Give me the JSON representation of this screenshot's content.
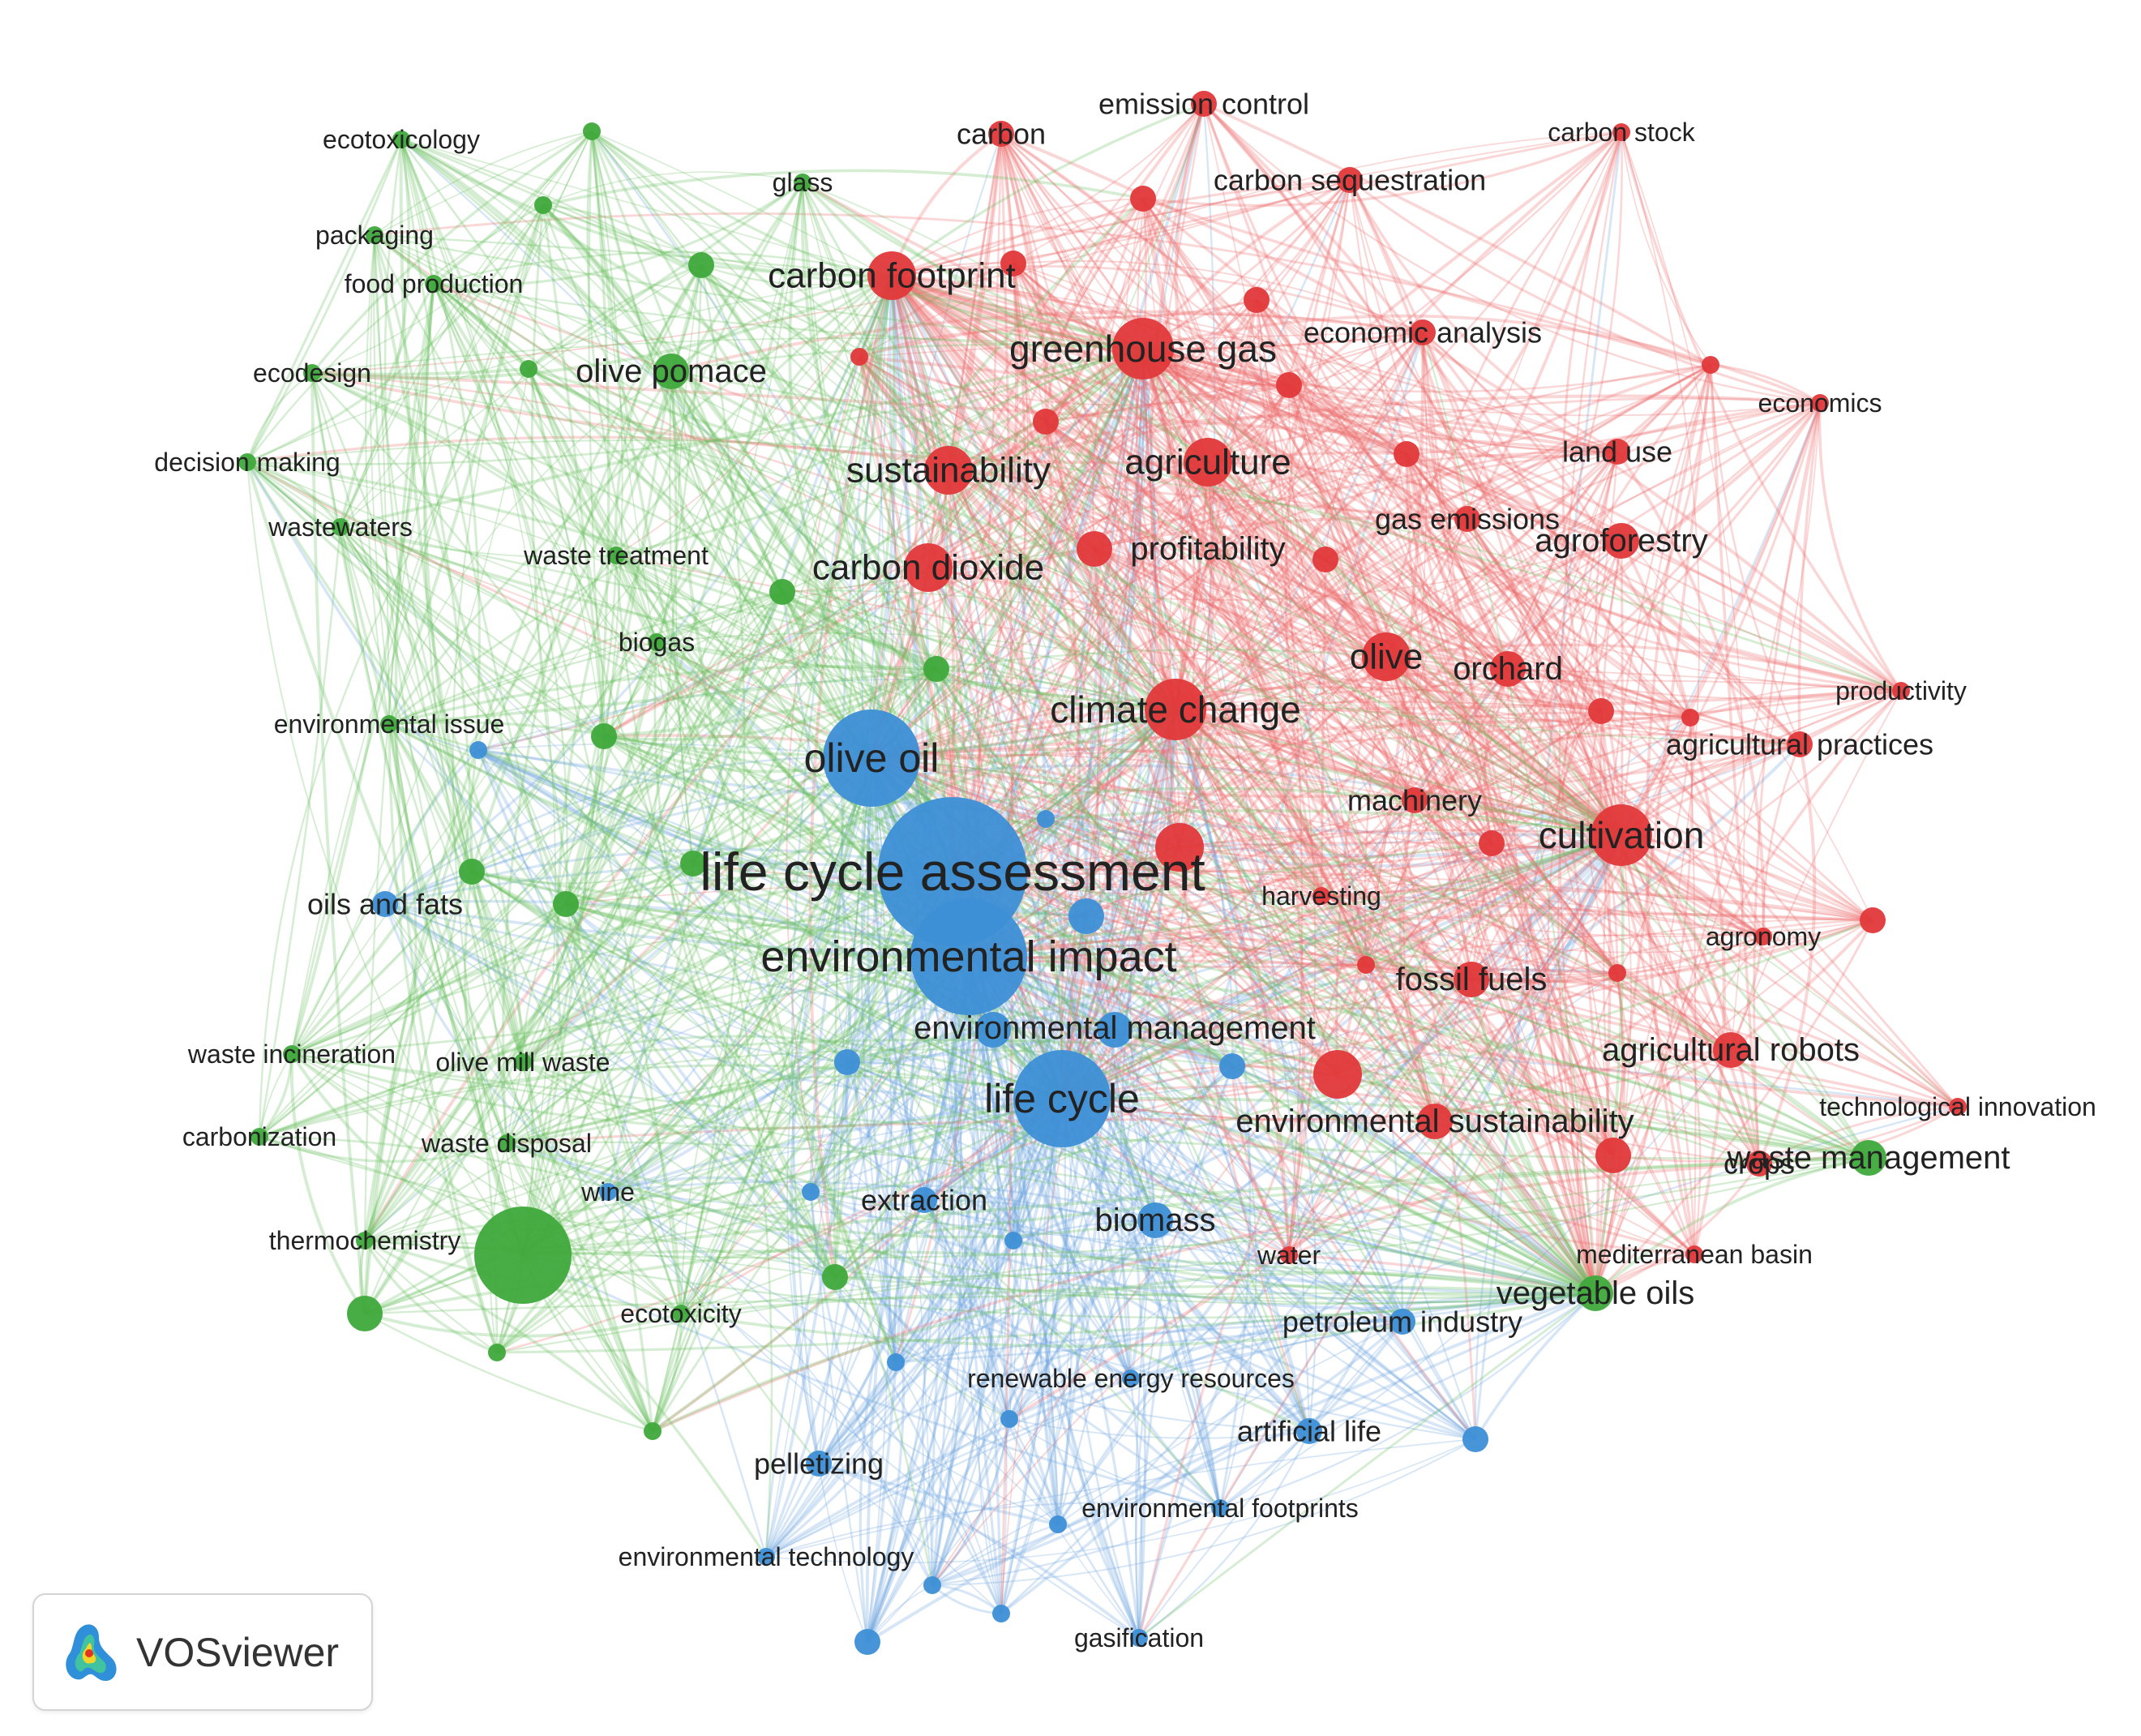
{
  "colors": {
    "red": "#e2383a",
    "green": "#3fa93b",
    "blue": "#3d8fd6",
    "red_edge": "#ec6b6b",
    "green_edge": "#69bd5c",
    "blue_edge": "#6ea7df"
  },
  "badge": {
    "label": "VOSviewer",
    "icon": "vosviewer-logo-icon"
  },
  "nodes": [
    {
      "label": "life cycle assessment",
      "c": "blue",
      "w": 10
    },
    {
      "label": "environmental impact",
      "c": "blue",
      "w": 7
    },
    {
      "label": "olive oil",
      "c": "blue",
      "w": 6
    },
    {
      "label": "life cycle",
      "c": "blue",
      "w": 6
    },
    {
      "label": "environmental management",
      "c": "blue",
      "w": 3
    },
    {
      "label": "extraction",
      "c": "blue",
      "w": 2
    },
    {
      "label": "biomass",
      "c": "blue",
      "w": 3
    },
    {
      "label": "oils and fats",
      "c": "blue",
      "w": 2
    },
    {
      "label": "wine",
      "c": "blue",
      "w": 1
    },
    {
      "label": "petroleum industry",
      "c": "blue",
      "w": 2
    },
    {
      "label": "renewable energy resources",
      "c": "blue",
      "w": 1
    },
    {
      "label": "artificial life",
      "c": "blue",
      "w": 2
    },
    {
      "label": "pelletizing",
      "c": "blue",
      "w": 2
    },
    {
      "label": "environmental footprints",
      "c": "blue",
      "w": 1
    },
    {
      "label": "environmental technology",
      "c": "blue",
      "w": 1
    },
    {
      "label": "gasification",
      "c": "blue",
      "w": 1
    },
    {
      "label": "",
      "c": "blue",
      "w": 3
    },
    {
      "label": "",
      "c": "blue",
      "w": 3
    },
    {
      "label": "",
      "c": "blue",
      "w": 2
    },
    {
      "label": "",
      "c": "blue",
      "w": 2
    },
    {
      "label": "",
      "c": "blue",
      "w": 1
    },
    {
      "label": "",
      "c": "blue",
      "w": 1
    },
    {
      "label": "",
      "c": "blue",
      "w": 1
    },
    {
      "label": "",
      "c": "blue",
      "w": 1
    },
    {
      "label": "",
      "c": "blue",
      "w": 1
    },
    {
      "label": "",
      "c": "blue",
      "w": 1
    },
    {
      "label": "",
      "c": "blue",
      "w": 2
    },
    {
      "label": "",
      "c": "blue",
      "w": 1
    },
    {
      "label": "",
      "c": "blue",
      "w": 1
    },
    {
      "label": "",
      "c": "blue",
      "w": 2
    },
    {
      "label": "",
      "c": "blue",
      "w": 1
    },
    {
      "label": "carbon footprint",
      "c": "red",
      "w": 4
    },
    {
      "label": "greenhouse gas",
      "c": "red",
      "w": 5
    },
    {
      "label": "sustainability",
      "c": "red",
      "w": 4
    },
    {
      "label": "agriculture",
      "c": "red",
      "w": 4
    },
    {
      "label": "carbon dioxide",
      "c": "red",
      "w": 4
    },
    {
      "label": "climate change",
      "c": "red",
      "w": 5
    },
    {
      "label": "olive",
      "c": "red",
      "w": 4
    },
    {
      "label": "orchard",
      "c": "red",
      "w": 3
    },
    {
      "label": "cultivation",
      "c": "red",
      "w": 5
    },
    {
      "label": "carbon",
      "c": "red",
      "w": 2
    },
    {
      "label": "emission control",
      "c": "red",
      "w": 2
    },
    {
      "label": "carbon stock",
      "c": "red",
      "w": 1
    },
    {
      "label": "carbon sequestration",
      "c": "red",
      "w": 2
    },
    {
      "label": "economic analysis",
      "c": "red",
      "w": 2
    },
    {
      "label": "economics",
      "c": "red",
      "w": 1
    },
    {
      "label": "land use",
      "c": "red",
      "w": 2
    },
    {
      "label": "gas emissions",
      "c": "red",
      "w": 2
    },
    {
      "label": "agroforestry",
      "c": "red",
      "w": 3
    },
    {
      "label": "profitability",
      "c": "red",
      "w": 3
    },
    {
      "label": "productivity",
      "c": "red",
      "w": 1
    },
    {
      "label": "agricultural practices",
      "c": "red",
      "w": 2
    },
    {
      "label": "machinery",
      "c": "red",
      "w": 2
    },
    {
      "label": "harvesting",
      "c": "red",
      "w": 1
    },
    {
      "label": "agronomy",
      "c": "red",
      "w": 1
    },
    {
      "label": "fossil fuels",
      "c": "red",
      "w": 3
    },
    {
      "label": "agricultural robots",
      "c": "red",
      "w": 3
    },
    {
      "label": "environmental sustainability",
      "c": "red",
      "w": 3
    },
    {
      "label": "technological innovation",
      "c": "red",
      "w": 1
    },
    {
      "label": "crops",
      "c": "red",
      "w": 2
    },
    {
      "label": "water",
      "c": "red",
      "w": 1
    },
    {
      "label": "mediterranean basin",
      "c": "red",
      "w": 1
    },
    {
      "label": "",
      "c": "red",
      "w": 4
    },
    {
      "label": "",
      "c": "red",
      "w": 4
    },
    {
      "label": "",
      "c": "red",
      "w": 3
    },
    {
      "label": "",
      "c": "red",
      "w": 2
    },
    {
      "label": "",
      "c": "red",
      "w": 2
    },
    {
      "label": "",
      "c": "red",
      "w": 2
    },
    {
      "label": "",
      "c": "red",
      "w": 2
    },
    {
      "label": "",
      "c": "red",
      "w": 2
    },
    {
      "label": "",
      "c": "red",
      "w": 2
    },
    {
      "label": "",
      "c": "red",
      "w": 2
    },
    {
      "label": "",
      "c": "red",
      "w": 1
    },
    {
      "label": "",
      "c": "red",
      "w": 2
    },
    {
      "label": "",
      "c": "red",
      "w": 1
    },
    {
      "label": "",
      "c": "red",
      "w": 1
    },
    {
      "label": "",
      "c": "red",
      "w": 2
    },
    {
      "label": "",
      "c": "red",
      "w": 1
    },
    {
      "label": "",
      "c": "red",
      "w": 1
    },
    {
      "label": "",
      "c": "red",
      "w": 2
    },
    {
      "label": "vegetable oils",
      "c": "green",
      "w": 3
    },
    {
      "label": "waste management",
      "c": "green",
      "w": 3
    },
    {
      "label": "olive pomace",
      "c": "green",
      "w": 3
    },
    {
      "label": "environmental issue",
      "c": "green",
      "w": 1
    },
    {
      "label": "ecotoxicity",
      "c": "green",
      "w": 1
    },
    {
      "label": "ecotoxicology",
      "c": "green",
      "w": 1
    },
    {
      "label": "glass",
      "c": "green",
      "w": 1
    },
    {
      "label": "packaging",
      "c": "green",
      "w": 1
    },
    {
      "label": "food production",
      "c": "green",
      "w": 1
    },
    {
      "label": "ecodesign",
      "c": "green",
      "w": 1
    },
    {
      "label": "decision making",
      "c": "green",
      "w": 1
    },
    {
      "label": "wastewaters",
      "c": "green",
      "w": 1
    },
    {
      "label": "waste treatment",
      "c": "green",
      "w": 1
    },
    {
      "label": "biogas",
      "c": "green",
      "w": 1
    },
    {
      "label": "waste incineration",
      "c": "green",
      "w": 1
    },
    {
      "label": "olive mill waste",
      "c": "green",
      "w": 1
    },
    {
      "label": "carbonization",
      "c": "green",
      "w": 1
    },
    {
      "label": "waste disposal",
      "c": "green",
      "w": 1
    },
    {
      "label": "thermochemistry",
      "c": "green",
      "w": 1
    },
    {
      "label": "",
      "c": "green",
      "w": 6
    },
    {
      "label": "",
      "c": "green",
      "w": 3
    },
    {
      "label": "",
      "c": "green",
      "w": 2
    },
    {
      "label": "",
      "c": "green",
      "w": 2
    },
    {
      "label": "",
      "c": "green",
      "w": 2
    },
    {
      "label": "",
      "c": "green",
      "w": 2
    },
    {
      "label": "",
      "c": "green",
      "w": 2
    },
    {
      "label": "",
      "c": "green",
      "w": 2
    },
    {
      "label": "",
      "c": "green",
      "w": 1
    },
    {
      "label": "",
      "c": "green",
      "w": 1
    },
    {
      "label": "",
      "c": "green",
      "w": 1
    },
    {
      "label": "",
      "c": "green",
      "w": 1
    },
    {
      "label": "",
      "c": "green",
      "w": 2
    },
    {
      "label": "",
      "c": "green",
      "w": 1
    },
    {
      "label": "",
      "c": "green",
      "w": 2
    }
  ]
}
